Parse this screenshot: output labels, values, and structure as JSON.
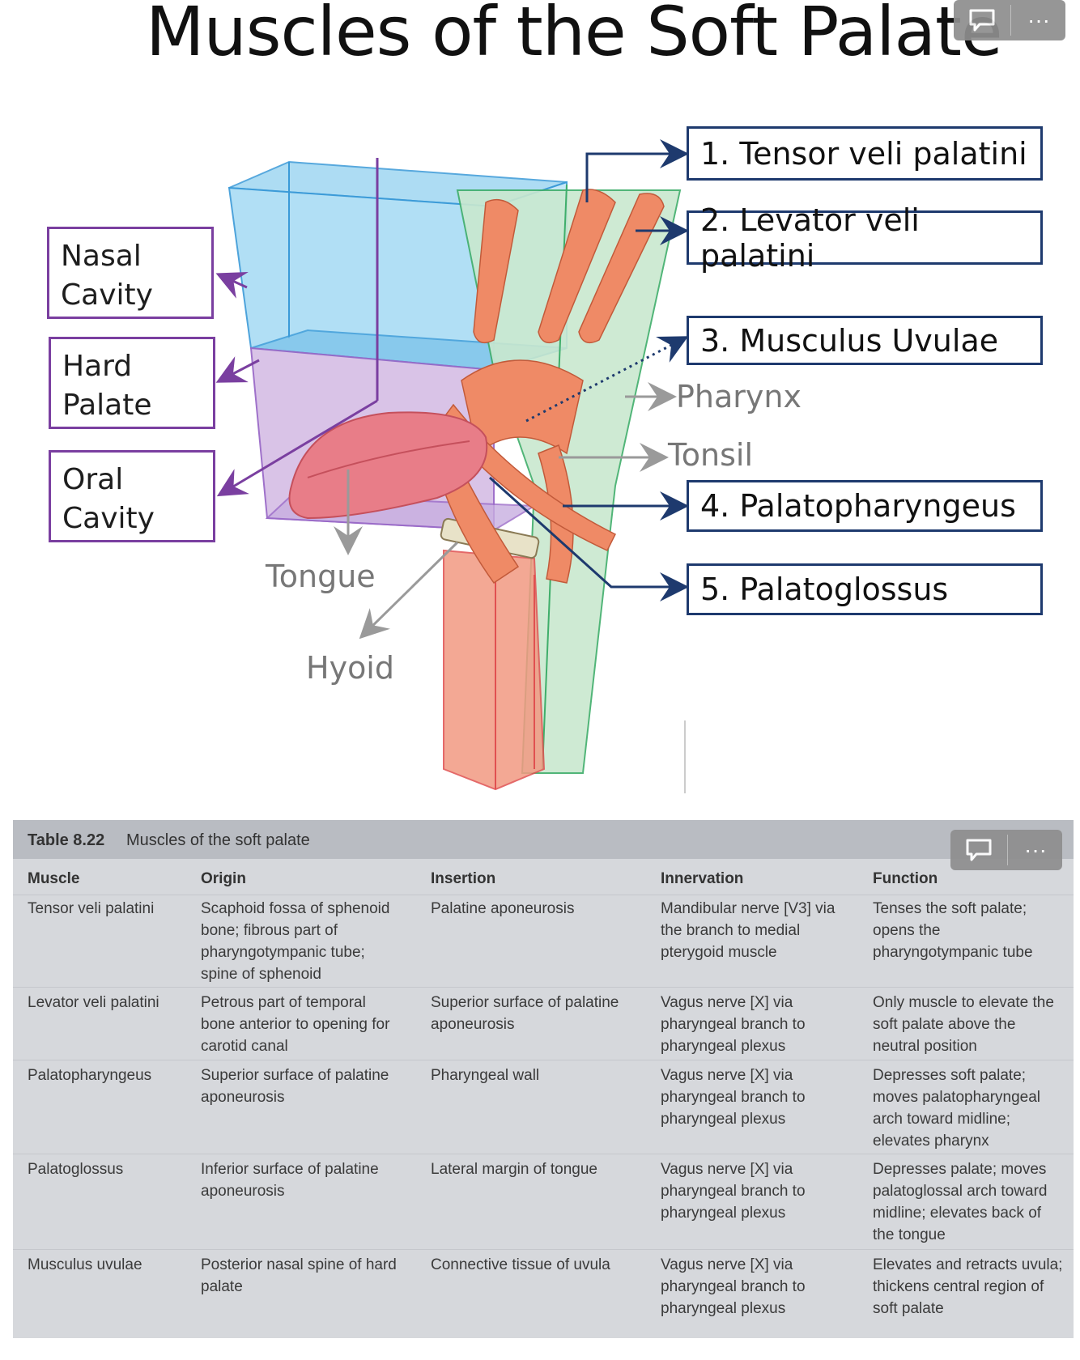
{
  "title": "Muscles of the Soft Palate",
  "overlay_icons": [
    "comment-icon",
    "more-icon"
  ],
  "overlay_more_glyph": "···",
  "left_labels": {
    "nasal": "Nasal\nCavity",
    "hard": "Hard\nPalate",
    "oral": "Oral\nCavity"
  },
  "muscle_labels": {
    "m1": "1. Tensor veli palatini",
    "m2": "2. Levator veli palatini",
    "m3": "3. Musculus Uvulae",
    "m4": "4. Palatopharyngeus",
    "m5": "5. Palatoglossus"
  },
  "structure_labels": {
    "pharynx": "Pharynx",
    "tonsil": "Tonsil",
    "tongue": "Tongue",
    "hyoid": "Hyoid"
  },
  "colors": {
    "nasal_blue": "#a9dcf4",
    "oral_purple": "#d7c0e6",
    "pharynx_green": "#c9e8cf",
    "muscle_orange": "#ef8a66",
    "label_purple": "#7a3fa0",
    "label_navy": "#1e3a6e"
  },
  "table": {
    "caption_num": "Table 8.22",
    "caption_text": "Muscles of the soft palate",
    "headers": [
      "Muscle",
      "Origin",
      "Insertion",
      "Innervation",
      "Function"
    ],
    "rows": [
      [
        "Tensor veli palatini",
        "Scaphoid fossa of sphenoid\nbone; fibrous part of\npharyngotympanic tube;\nspine of sphenoid",
        "Palatine aponeurosis",
        "Mandibular nerve [V3] via\nthe branch to medial\npterygoid muscle",
        "Tenses the soft palate;\nopens the\npharyngotympanic tube"
      ],
      [
        "Levator veli palatini",
        "Petrous part of temporal\nbone anterior to opening for\ncarotid canal",
        "Superior surface of palatine\naponeurosis",
        "Vagus nerve [X] via\npharyngeal branch to\npharyngeal plexus",
        "Only muscle to elevate the\nsoft palate above the\nneutral position"
      ],
      [
        "Palatopharyngeus",
        "Superior surface of palatine\naponeurosis",
        "Pharyngeal wall",
        "Vagus nerve [X] via\npharyngeal branch to\npharyngeal plexus",
        "Depresses soft palate;\nmoves palatopharyngeal\narch toward midline;\nelevates pharynx"
      ],
      [
        "Palatoglossus",
        "Inferior surface of palatine\naponeurosis",
        "Lateral margin of tongue",
        "Vagus nerve [X] via\npharyngeal branch to\npharyngeal plexus",
        "Depresses palate; moves\npalatoglossal arch toward\nmidline; elevates back of\nthe tongue"
      ],
      [
        "Musculus uvulae",
        "Posterior nasal spine of hard\npalate",
        "Connective tissue of uvula",
        "Vagus nerve [X] via\npharyngeal branch to\npharyngeal plexus",
        "Elevates and retracts uvula;\nthickens central region of\nsoft palate"
      ]
    ]
  }
}
